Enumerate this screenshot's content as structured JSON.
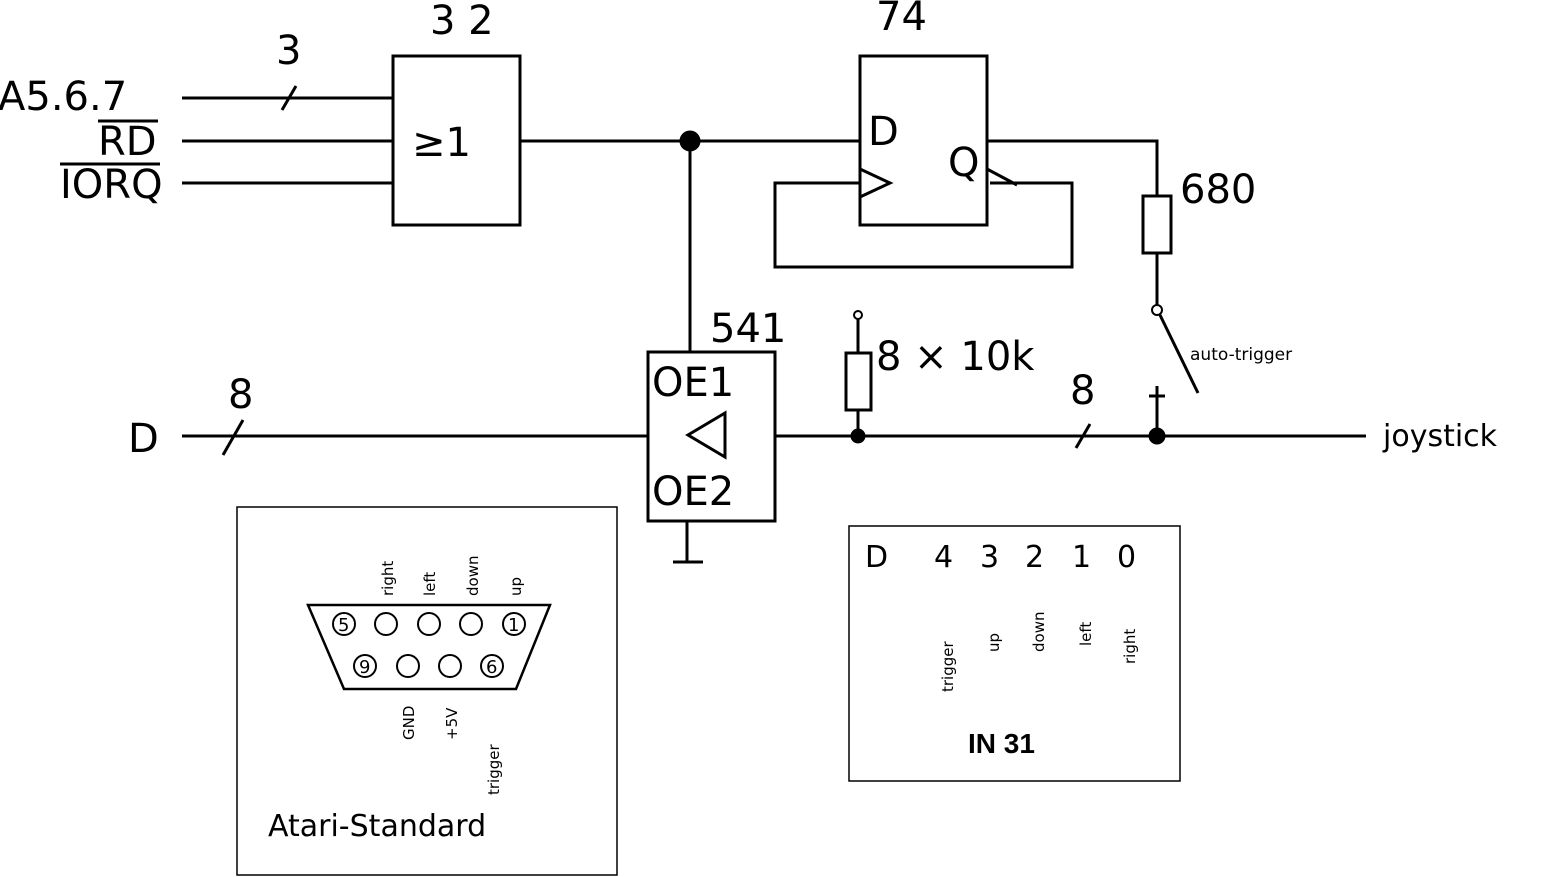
{
  "gates": {
    "g32": {
      "label": "3 2",
      "symbol": "≥1"
    },
    "g74": {
      "label": "74",
      "d": "D",
      "q": "Q"
    },
    "g541": {
      "label": "541",
      "oe1": "OE1",
      "oe2": "OE2"
    }
  },
  "inputs": {
    "addr": "A5.6.7",
    "addr_bus_width": "3",
    "rd": "RD",
    "iorq": "IORQ",
    "data": "D",
    "data_bus_width": "8",
    "joy_bus_width": "8"
  },
  "components": {
    "resistor_single": "680",
    "resistor_array": "8 × 10k",
    "switch_label": "auto-trigger",
    "output_label": "joystick"
  },
  "atari": {
    "caption": "Atari-Standard",
    "top_labels": [
      "right",
      "left",
      "down",
      "up"
    ],
    "bottom_labels": [
      "GND",
      "+5V",
      "trigger"
    ],
    "pins_top": [
      "5",
      "",
      "",
      "",
      "1"
    ],
    "pins_bottom": [
      "9",
      "",
      "",
      "6"
    ]
  },
  "in31": {
    "header": "D",
    "bits": [
      "4",
      "3",
      "2",
      "1",
      "0"
    ],
    "bit_labels": [
      "trigger",
      "up",
      "down",
      "left",
      "right"
    ],
    "caption": "IN 31"
  }
}
